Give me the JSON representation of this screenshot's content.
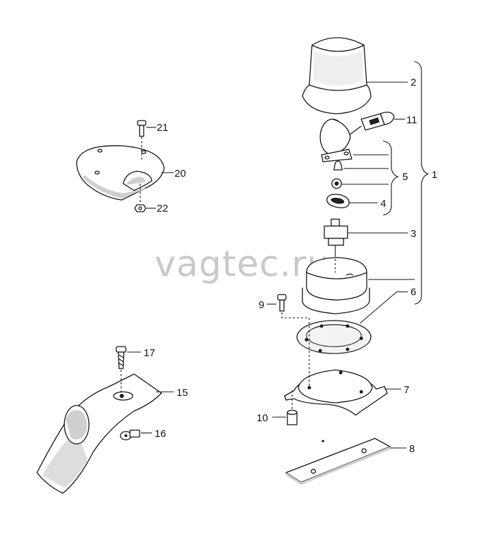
{
  "watermark": "vagtec.ru",
  "callouts": {
    "c1": "1",
    "c2": "2",
    "c3": "3",
    "c4": "4",
    "c5": "5",
    "c6": "6",
    "c7": "7",
    "c8": "8",
    "c9": "9",
    "c10": "10",
    "c11": "11",
    "c15": "15",
    "c16": "16",
    "c17": "17",
    "c20": "20",
    "c21": "21",
    "c22": "22"
  }
}
